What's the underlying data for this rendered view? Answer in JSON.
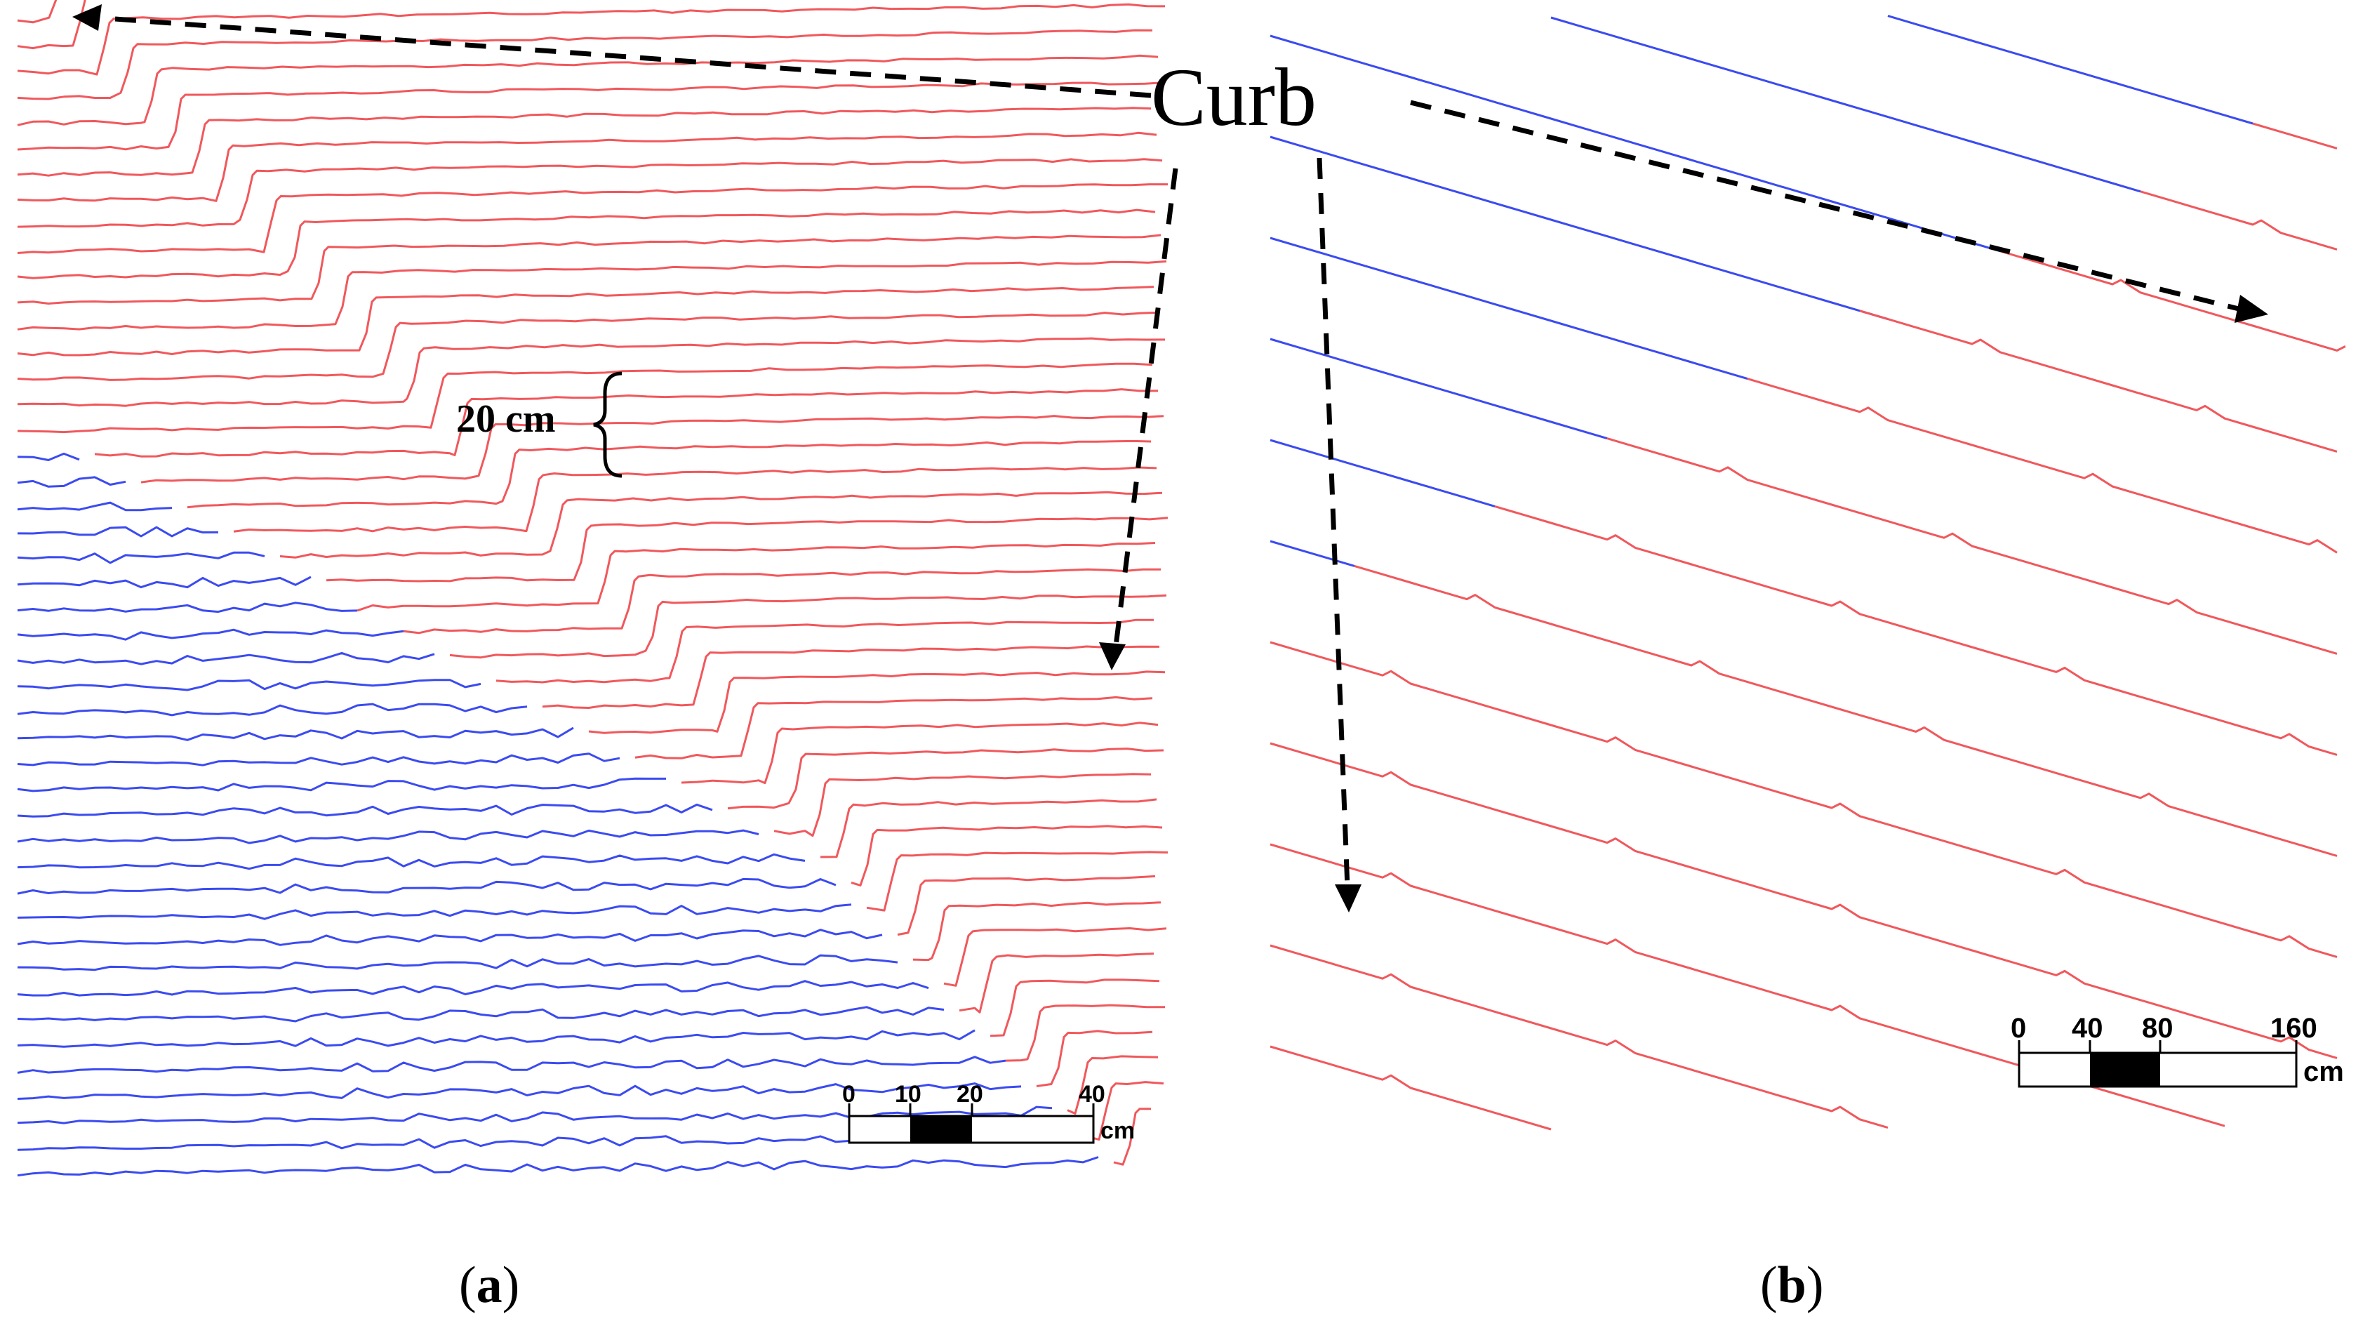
{
  "annotation": {
    "curb_label": "Curb",
    "spacing_label": "20 cm"
  },
  "panels": {
    "a": {
      "caption_open": "(",
      "caption_letter": "a",
      "caption_close": ")",
      "scale_bar": {
        "ticks": [
          "0",
          "10",
          "20",
          "40"
        ],
        "unit": "cm"
      }
    },
    "b": {
      "caption_open": "(",
      "caption_letter": "b",
      "caption_close": ")",
      "scale_bar": {
        "ticks": [
          "0",
          "40",
          "80",
          "160"
        ],
        "unit": "cm"
      }
    }
  },
  "colors": {
    "segment_below_curb": "#3b4bf0",
    "segment_above_curb": "#f0585c",
    "annotation": "#000000",
    "scale_fill": "#000000",
    "background": "#ffffff"
  }
}
